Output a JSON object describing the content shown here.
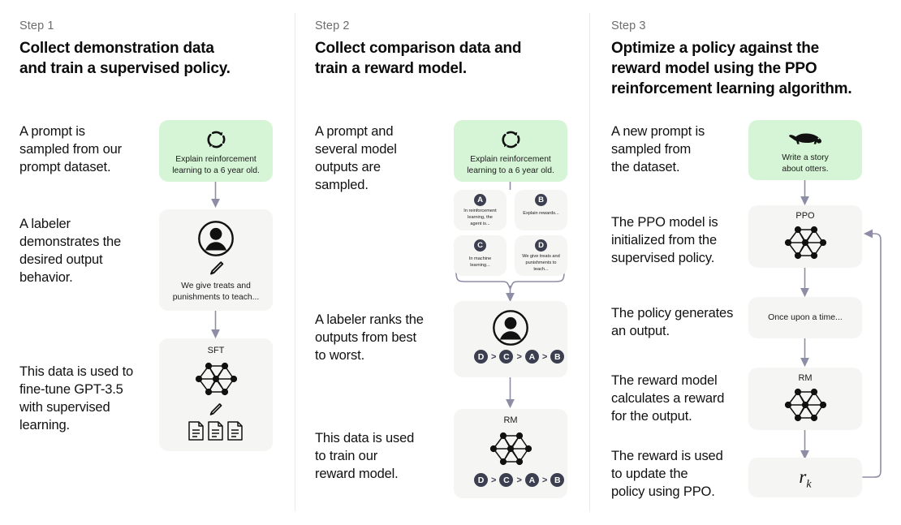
{
  "steps": [
    {
      "label": "Step 1",
      "title": "Collect demonstration data\nand train a supervised policy.",
      "title_line1": "Collect demonstration data",
      "title_line2": "and train a supervised policy.",
      "captions": [
        "A prompt is\nsampled from our\nprompt dataset.",
        "A labeler\ndemonstrates the\ndesired output\nbehavior.",
        "This data is used to\nfine-tune GPT-3.5\nwith supervised\nlearning."
      ],
      "cards": [
        {
          "icon": "refresh-cycle-icon",
          "text": "Explain reinforcement\nlearning to a 6 year old.",
          "style": "green"
        },
        {
          "icon": "labeler-person-icon",
          "text": "We give treats and\npunishments to teach...",
          "style": "gray"
        },
        {
          "icon": "neural-network-icon",
          "title": "SFT",
          "text": "",
          "style": "gray"
        }
      ]
    },
    {
      "label": "Step 2",
      "title_line1": "Collect comparison data and",
      "title_line2": "train a reward model.",
      "captions": [
        "A prompt and\nseveral model\noutputs are\nsampled.",
        "A labeler ranks the\noutputs from best\nto worst.",
        "This data is used\nto train our\nreward model."
      ],
      "prompt_card": {
        "icon": "refresh-cycle-icon",
        "text": "Explain reinforcement\nlearning to a 6 year old.",
        "style": "green"
      },
      "outputs": [
        {
          "letter": "A",
          "text": "In reinforcement\nlearning, the\nagent is..."
        },
        {
          "letter": "B",
          "text": "Explain rewards..."
        },
        {
          "letter": "C",
          "text": "In machine\nlearning..."
        },
        {
          "letter": "D",
          "text": "We give treats and\npunishments to\nteach..."
        }
      ],
      "ranking": [
        "D",
        "C",
        "A",
        "B"
      ],
      "ranking_separator": ">",
      "rm_card": {
        "title": "RM",
        "icon": "neural-network-icon"
      }
    },
    {
      "label": "Step 3",
      "title_line1": "Optimize a policy against the",
      "title_line2": "reward model using the PPO",
      "title_line3": "reinforcement learning algorithm.",
      "captions": [
        "A new prompt is\nsampled from\nthe dataset.",
        "The PPO model is\ninitialized from the\nsupervised policy.",
        "The policy generates\nan output.",
        "The reward model\ncalculates a reward\nfor the output.",
        "The reward is used\nto update the\npolicy using PPO."
      ],
      "cards": [
        {
          "icon": "otter-icon",
          "text": "Write a story\nabout otters.",
          "style": "green"
        },
        {
          "title": "PPO",
          "icon": "neural-network-icon",
          "style": "gray"
        },
        {
          "text": "Once upon a time...",
          "style": "gray"
        },
        {
          "title": "RM",
          "icon": "neural-network-icon",
          "style": "gray"
        },
        {
          "formula_base": "r",
          "formula_sub": "k",
          "style": "gray"
        }
      ]
    }
  ],
  "colors": {
    "green_card": "#d6f5d6",
    "gray_card": "#f5f5f4",
    "badge": "#3b3f50",
    "arrow": "#8d8da6",
    "divider": "#e9e9e9",
    "step_label": "#6e6e6e"
  }
}
